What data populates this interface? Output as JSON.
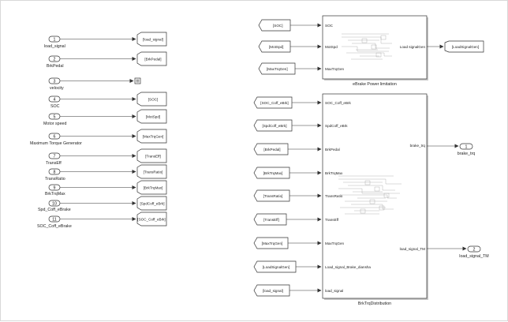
{
  "inports": [
    {
      "num": "1",
      "label": "load_signal",
      "goto": "[load_signal]"
    },
    {
      "num": "2",
      "label": "BrkPedal",
      "goto": "[BrkPedal]"
    },
    {
      "num": "3",
      "label": "velocity",
      "goto": ""
    },
    {
      "num": "4",
      "label": "SOC",
      "goto": "[SOC]"
    },
    {
      "num": "5",
      "label": "Motor speed",
      "goto": "[MotSpd]"
    },
    {
      "num": "6",
      "label": "Maximum Torque Generator",
      "goto": "[MaxTrqGen]"
    },
    {
      "num": "7",
      "label": "TransEff",
      "goto": "[TransEff]"
    },
    {
      "num": "8",
      "label": "TransRatio",
      "goto": "[TransRatio]"
    },
    {
      "num": "9",
      "label": "BrkTrqMax",
      "goto": "[BrkTrqMax]"
    },
    {
      "num": "10",
      "label": "Spd_Coff_eBrake",
      "goto": "[SpdCoff_eBrk]"
    },
    {
      "num": "11",
      "label": "SOC_Coff_eBrake",
      "goto": "[SOC_Coff_eBrk]"
    }
  ],
  "ebrake": {
    "name": "eBrake Power limitation",
    "froms": [
      "[SOC]",
      "[MotSpd]",
      "[MaxTrqGen]"
    ],
    "in_ports": [
      "SOC",
      "MotSpd",
      "MaxTrqGen"
    ],
    "out_port": "Load signalGen",
    "goto": "[LoadSignalGen]"
  },
  "brk": {
    "name": "BrkTrqDistribution",
    "froms": [
      "[SOC_Coff_eBrk]",
      "[SpdCoff_eBrk]",
      "[BrkPedal]",
      "[BrkTrqMax]",
      "[TransRatio]",
      "[TransEff]",
      "[MaxTrqGen]",
      "[LoadSignalGen]",
      "[load_signal]"
    ],
    "in_ports": [
      "SOC_Coff_eBrk",
      "SpdCoff_eBrk",
      "BrkPedal",
      "BrkTrqMax",
      "TransRatio",
      "TransEff",
      "MaxTrqGen",
      "Load_signal_Brake_diansha",
      "load_signal"
    ],
    "out_ports": [
      "brake_trq",
      "load_signal_TM"
    ]
  },
  "outports": [
    {
      "num": "1",
      "label": "brake_trq"
    },
    {
      "num": "2",
      "label": "load_signal_TM"
    }
  ]
}
